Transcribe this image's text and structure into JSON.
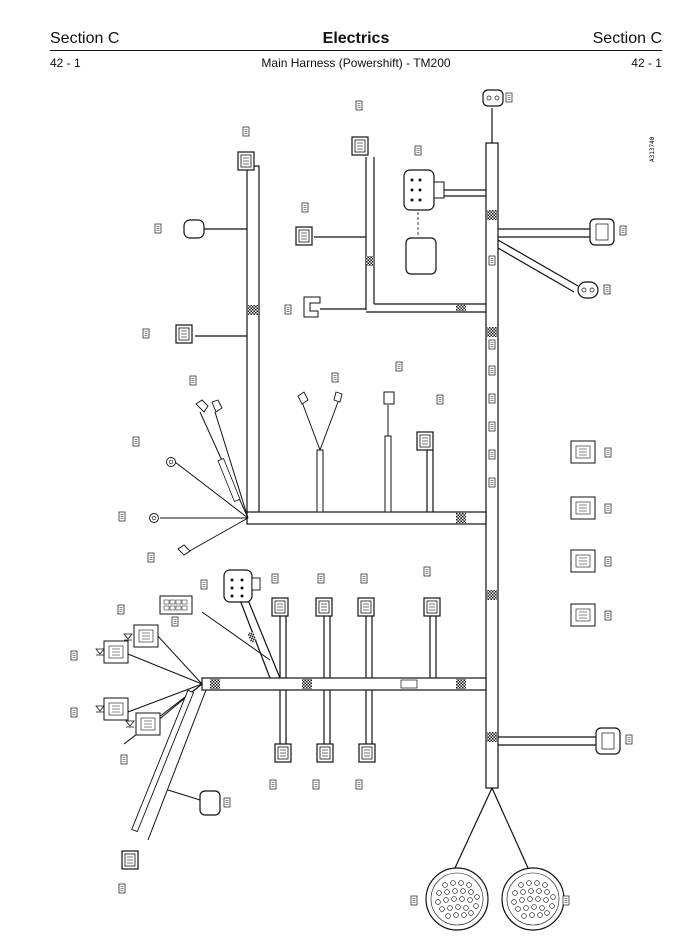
{
  "header": {
    "section_left": "Section C",
    "title": "Electrics",
    "section_right": "Section C",
    "page_left": "42 - 1",
    "subtitle": "Main Harness (Powershift) - TM200",
    "page_right": "42 - 1"
  },
  "figure_id": "A313740"
}
